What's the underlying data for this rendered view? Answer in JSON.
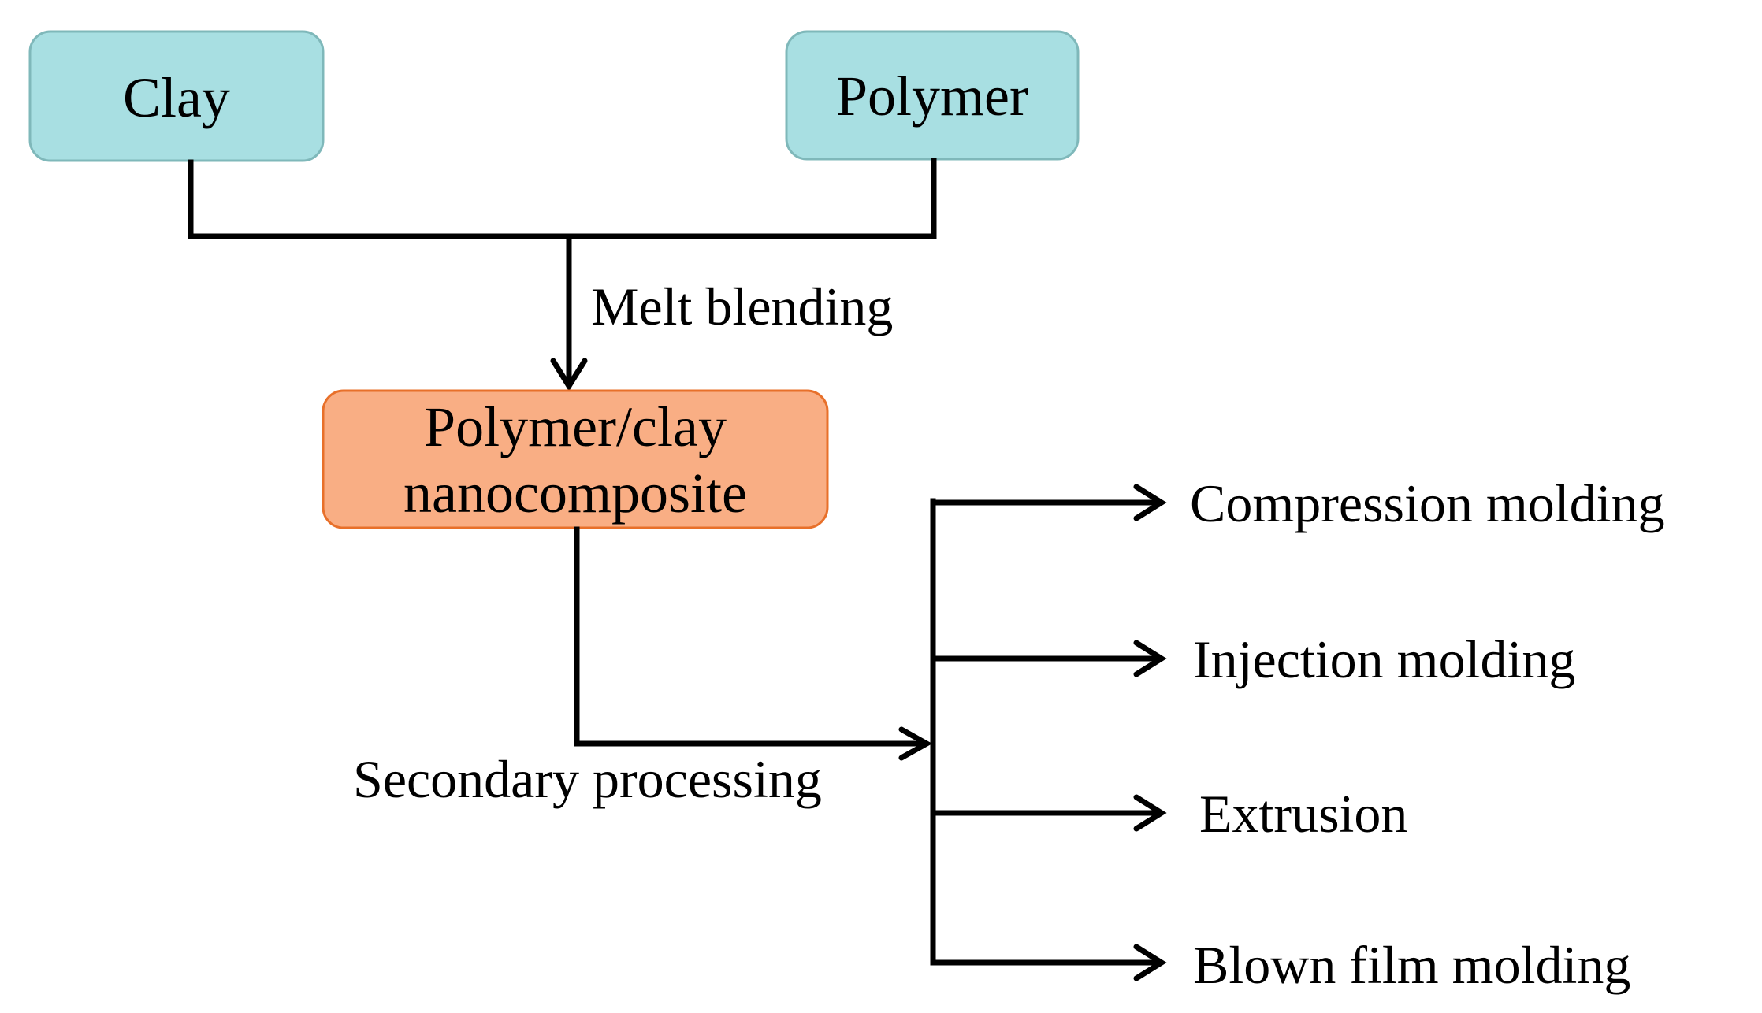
{
  "nodes": {
    "clay": {
      "label": "Clay"
    },
    "polymer": {
      "label": "Polymer"
    },
    "composite": {
      "line1": "Polymer/clay",
      "line2": "nanocomposite"
    }
  },
  "edges": {
    "melt_blending": "Melt blending",
    "secondary_processing": "Secondary processing"
  },
  "outputs": [
    {
      "label": "Compression molding"
    },
    {
      "label": "Injection molding"
    },
    {
      "label": "Extrusion"
    },
    {
      "label": "Blown film molding"
    }
  ],
  "colors": {
    "input_fill": "#a8dfe2",
    "input_stroke": "#7fb8ba",
    "composite_fill": "#f9ae84",
    "composite_stroke": "#e8702a",
    "line": "#000000"
  }
}
